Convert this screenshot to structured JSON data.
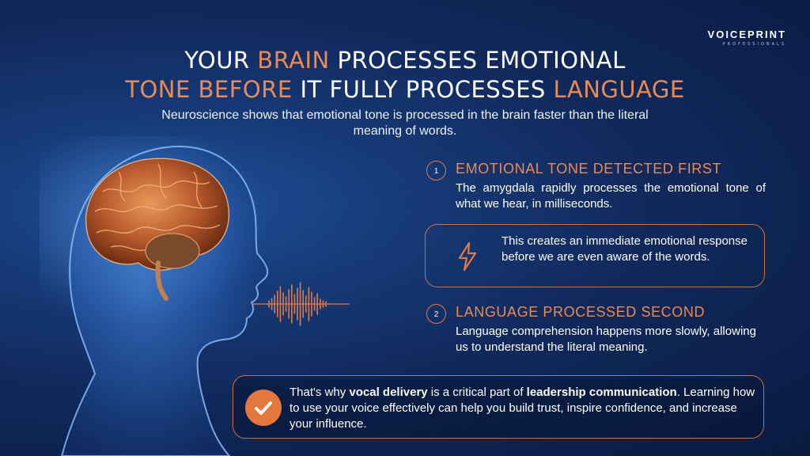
{
  "brand": {
    "name": "VOICEPRINT",
    "tagline": "PROFESSIONALS"
  },
  "title": {
    "line1": {
      "a": "YOUR ",
      "b": "BRAIN",
      "c": " PROCESSES EMOTIONAL"
    },
    "line2": {
      "a": "TONE BEFORE",
      "b": " IT FULLY PROCESSES ",
      "c": "LANGUAGE"
    }
  },
  "subtitle": "Neuroscience shows that emotional tone is processed in the brain faster than the literal meaning of words.",
  "steps": [
    {
      "number": "1",
      "title": "EMOTIONAL TONE DETECTED FIRST",
      "body": "The amygdala rapidly processes the emotional tone of what we hear, in milliseconds."
    },
    {
      "number": "2",
      "title": "LANGUAGE PROCESSED SECOND",
      "body": "Language comprehension happens more slowly, allowing us to understand the literal meaning."
    }
  ],
  "callout": {
    "text": "This creates an immediate emotional response before we are even aware of the words."
  },
  "conclusion": {
    "part1": "That's why ",
    "bold1": "vocal delivery",
    "part2": " is a critical part of ",
    "bold2": "leadership communication",
    "part3": ". Learning how to use your voice effectively can help you build trust, inspire confidence, and increase your influence."
  },
  "colors": {
    "accent": "#ea8a54",
    "border": "#c9703e",
    "background": "#10285a"
  },
  "icons": {
    "callout": "lightning-bolt-icon",
    "conclusion": "checkmark-icon"
  }
}
